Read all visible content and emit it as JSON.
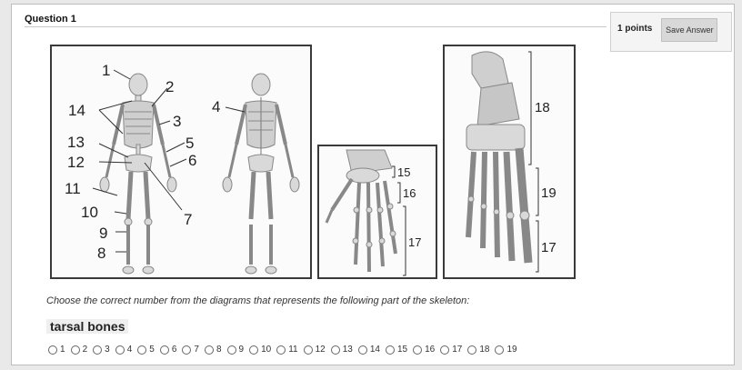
{
  "question": {
    "title": "Question 1",
    "points": "1 points",
    "save_label": "Save Answer",
    "prompt": "Choose the correct number from the diagrams that represents the following part of the skeleton:",
    "term": "tarsal bones"
  },
  "diagram_labels": {
    "skeleton": [
      "1",
      "2",
      "3",
      "4",
      "5",
      "6",
      "7",
      "8",
      "9",
      "10",
      "11",
      "12",
      "13",
      "14"
    ],
    "hand": [
      "15",
      "16",
      "17"
    ],
    "foot": [
      "18",
      "19",
      "17"
    ]
  },
  "options": [
    "1",
    "2",
    "3",
    "4",
    "5",
    "6",
    "7",
    "8",
    "9",
    "10",
    "11",
    "12",
    "13",
    "14",
    "15",
    "16",
    "17",
    "18",
    "19"
  ]
}
